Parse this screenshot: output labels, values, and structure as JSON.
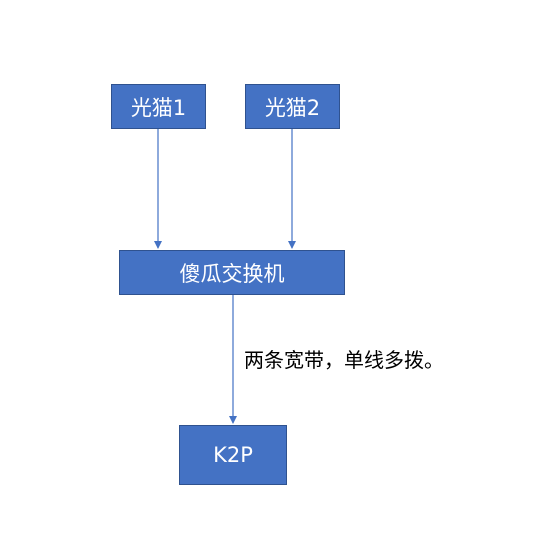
{
  "nodes": {
    "modem1": {
      "label": "光猫1"
    },
    "modem2": {
      "label": "光猫2"
    },
    "switch": {
      "label": "傻瓜交换机"
    },
    "router": {
      "label": "K2P"
    }
  },
  "annotation": {
    "text": "两条宽带，单线多拨。"
  },
  "colors": {
    "node_fill": "#4472c4",
    "node_border": "#2f528f",
    "node_text": "#ffffff",
    "connector": "#4472c4"
  }
}
